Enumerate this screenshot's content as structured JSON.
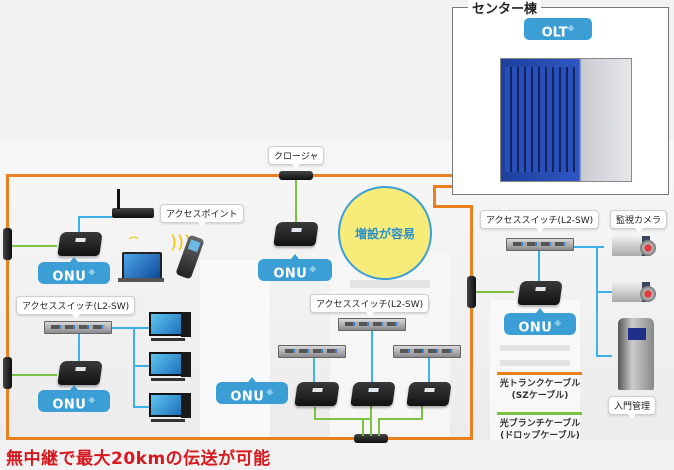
{
  "center_building": {
    "title": "センター棟",
    "olt_label": "OLT",
    "olt_note": "※"
  },
  "callouts": {
    "closure": "クロージャ",
    "access_point": "アクセスポイント",
    "switch_left": "アクセススイッチ(L2-SW)",
    "switch_center": "アクセススイッチ(L2-SW)",
    "switch_right": "アクセススイッチ(L2-SW)",
    "camera": "監視カメラ",
    "entry": "入門管理"
  },
  "bubble": {
    "text": "増設が容易",
    "fill": "#f7ec7a",
    "border": "#3b9fd6"
  },
  "onu": {
    "label": "ONU",
    "note": "※"
  },
  "legend": {
    "trunk_line1": "光トランクケーブル",
    "trunk_line2": "(SZケーブル)",
    "branch_line1": "光ブランチケーブル",
    "branch_line2": "(ドロップケーブル)",
    "trunk_color": "#e8801e",
    "branch_color": "#7cc142"
  },
  "footer": {
    "headline": "無中継で最大20kmの伝送が可能",
    "color": "#d7191f"
  },
  "colors": {
    "lan_cable": "#3cb1e6",
    "onu_label_bg": "#3b9fd6"
  }
}
